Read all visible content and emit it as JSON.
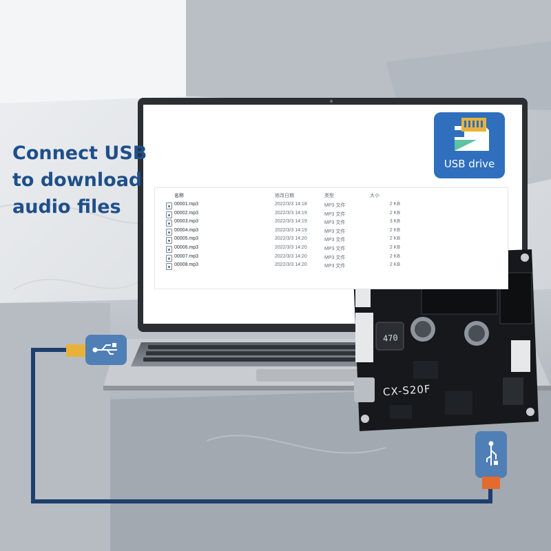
{
  "headline": {
    "line1": "Connect USB",
    "line2": "to download",
    "line3": "audio files"
  },
  "usb_tile": {
    "label": "USB drive",
    "icon": "sd-card-icon",
    "color": "#2f6fbe"
  },
  "explorer": {
    "columns": {
      "name": "名称",
      "date": "修改日期",
      "type": "类型",
      "size": "大小"
    },
    "files": [
      {
        "name": "00001.mp3",
        "date": "2022/3/3 14:18",
        "type": "MP3 文件",
        "size": "2 KB"
      },
      {
        "name": "00002.mp3",
        "date": "2022/3/3 14:19",
        "type": "MP3 文件",
        "size": "2 KB"
      },
      {
        "name": "00003.mp3",
        "date": "2022/3/3 14:19",
        "type": "MP3 文件",
        "size": "3 KB"
      },
      {
        "name": "00004.mp3",
        "date": "2022/3/3 14:19",
        "type": "MP3 文件",
        "size": "2 KB"
      },
      {
        "name": "00005.mp3",
        "date": "2022/3/3 14:20",
        "type": "MP3 文件",
        "size": "2 KB"
      },
      {
        "name": "00006.mp3",
        "date": "2022/3/3 14:20",
        "type": "MP3 文件",
        "size": "2 KB"
      },
      {
        "name": "00007.mp3",
        "date": "2022/3/3 14:20",
        "type": "MP3 文件",
        "size": "2 KB"
      },
      {
        "name": "00008.mp3",
        "date": "2022/3/3 14:20",
        "type": "MP3 文件",
        "size": "2 KB"
      }
    ]
  },
  "board": {
    "model": "CX-S20F",
    "inductor_marking": "470"
  },
  "cable": {
    "left_plug_icon": "usb-icon",
    "right_plug_icon": "usb-icon",
    "color": "#1e3f6e",
    "tip_color": "#e8b23a",
    "plug_color": "#4f7fb5"
  }
}
